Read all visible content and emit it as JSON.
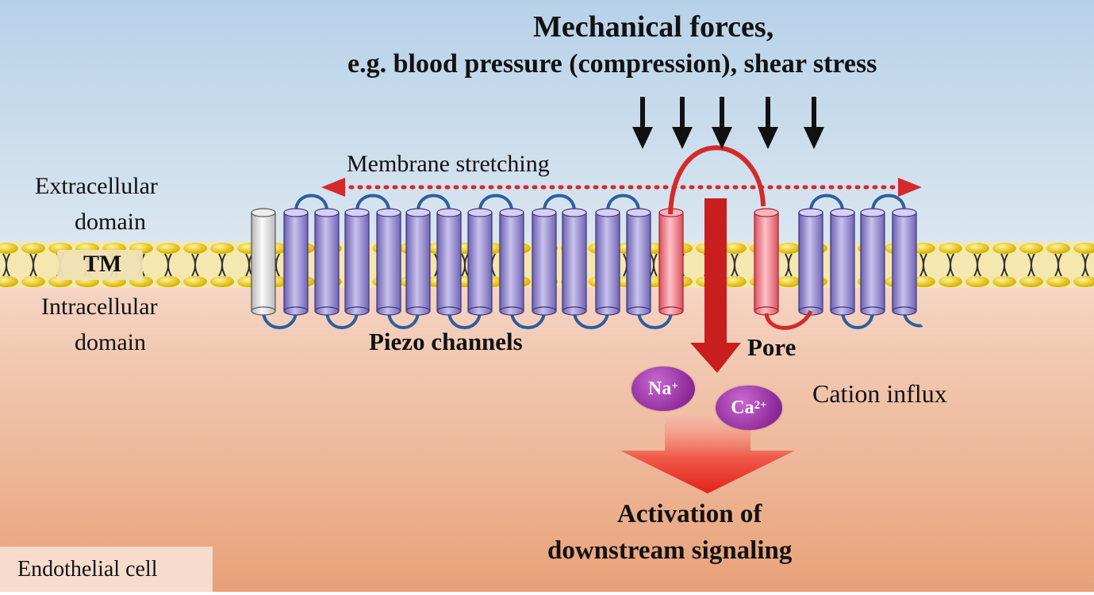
{
  "title": {
    "line1": "Mechanical forces,",
    "line2": "e.g. blood pressure (compression), shear stress"
  },
  "labels": {
    "membrane_stretching": "Membrane stretching",
    "extracellular_line1": "Extracellular",
    "extracellular_line2": "domain",
    "tm": "TM",
    "intracellular_line1": "Intracellular",
    "intracellular_line2": "domain",
    "piezo_channels": "Piezo channels",
    "pore": "Pore",
    "cation_influx": "Cation influx",
    "activation_line1": "Activation of",
    "activation_line2": "downstream signaling",
    "endothelial_cell": "Endothelial cell"
  },
  "ions": {
    "na": {
      "symbol": "Na",
      "charge": "+"
    },
    "ca": {
      "symbol": "Ca",
      "charge": "2+"
    }
  },
  "colors": {
    "sky_top": "#b9d3ea",
    "sky_bottom": "#d8e6f1",
    "cytoplasm_top": "#f5d4c4",
    "cytoplasm_bottom": "#e9a57f",
    "helix": "#8f84c8",
    "pore_helix": "#e8707e",
    "accent_red": "#d42a2a",
    "loop_blue": "#2e5e9e",
    "lipid_head": "#f1d11a",
    "ion": "#9a34a8"
  }
}
